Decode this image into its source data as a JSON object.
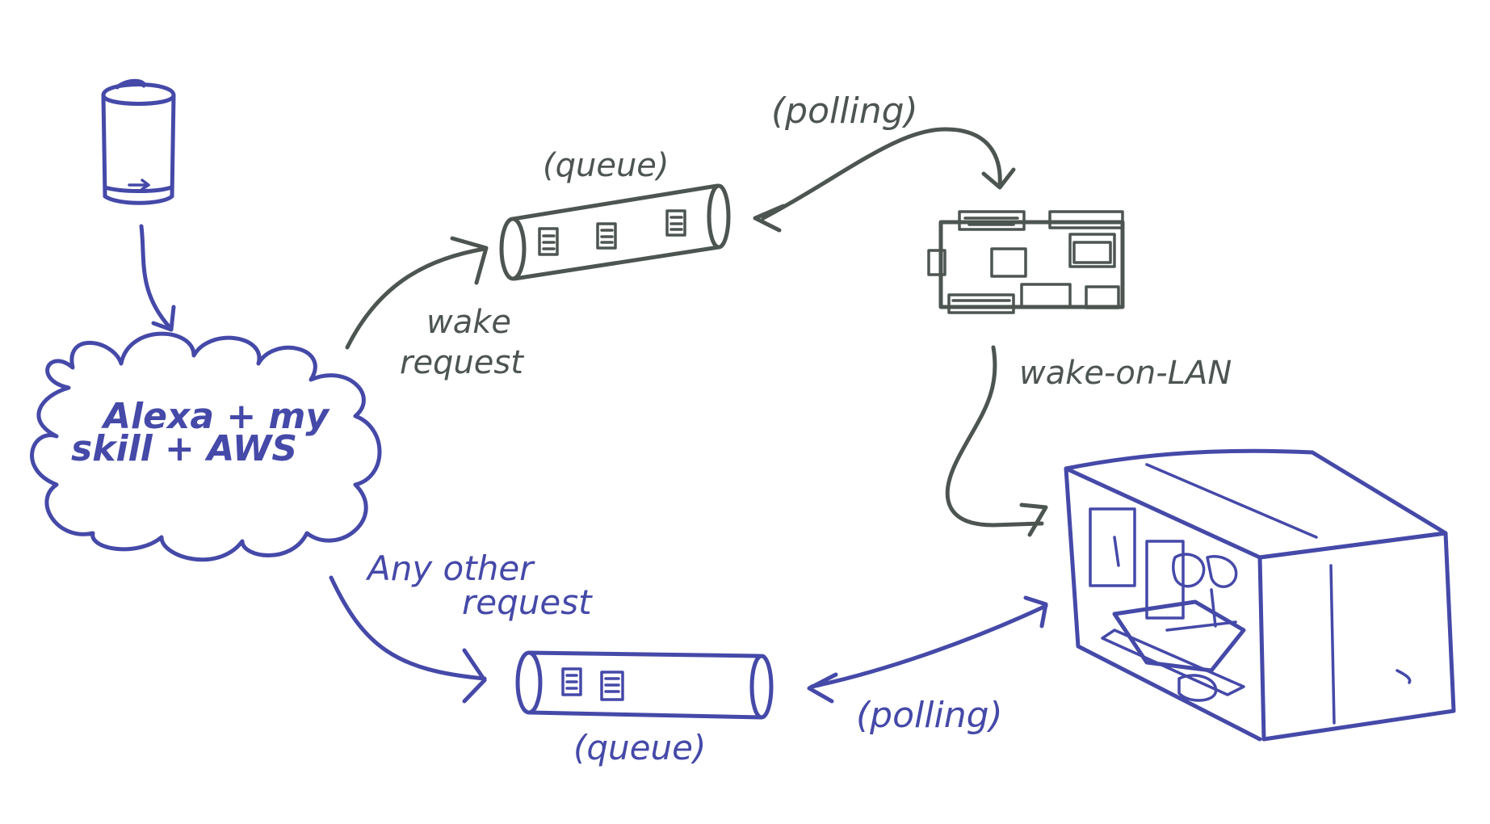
{
  "colors": {
    "blue_ink": "#4549a8",
    "gray_ink": "#4d5551",
    "background": "#ffffff"
  },
  "labels": {
    "cloud_line1": "Alexa + my",
    "cloud_line2": "skill + AWS",
    "wake_line1": "wake",
    "wake_line2": "request",
    "queue_top": "(queue)",
    "polling_top": "(polling)",
    "wake_on_lan": "wake-on-LAN",
    "other_line1": "Any other",
    "other_line2": "request",
    "queue_bottom": "(queue)",
    "polling_bottom": "(polling)"
  },
  "icons": {
    "echo_device": "smart-speaker-icon",
    "cloud": "cloud-icon",
    "wake_queue": "message-queue-icon",
    "other_queue": "message-queue-icon",
    "raspberry_pi": "circuit-board-icon",
    "desktop_pc": "computer-tower-icon"
  }
}
